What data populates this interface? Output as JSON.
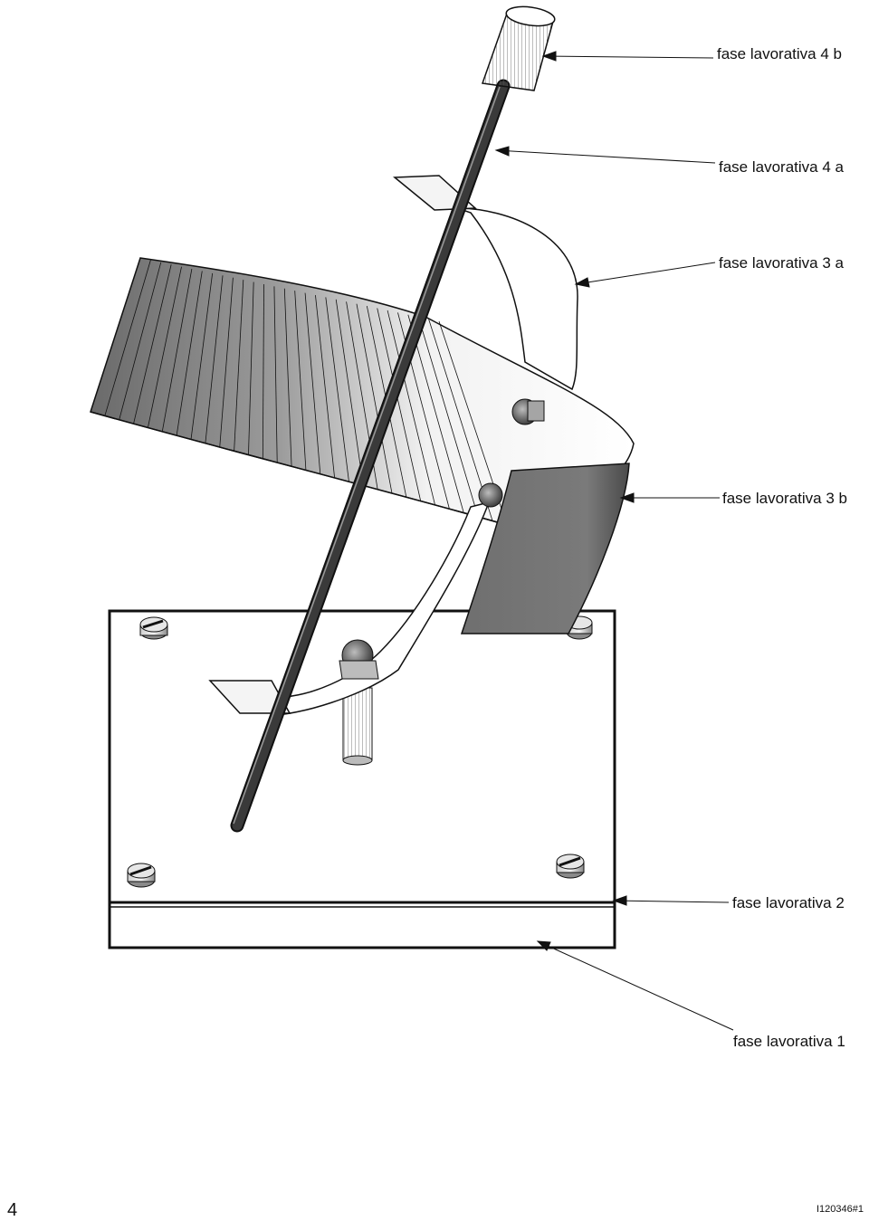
{
  "callouts": {
    "phase_4b": "fase lavorativa 4 b",
    "phase_4a": "fase lavorativa 4 a",
    "phase_3a": "fase lavorativa 3 a",
    "phase_3b": "fase lavorativa 3 b",
    "phase_2": "fase lavorativa 2",
    "phase_1": "fase lavorativa 1"
  },
  "footer": {
    "page_number": "4",
    "drawing_code": "I120346#1"
  },
  "colors": {
    "outline": "#111111",
    "rod": "#3a3a3a",
    "band_dark": "#6e6e6e",
    "band_light": "#eeeeee",
    "hardware": "#9a9a9a"
  }
}
